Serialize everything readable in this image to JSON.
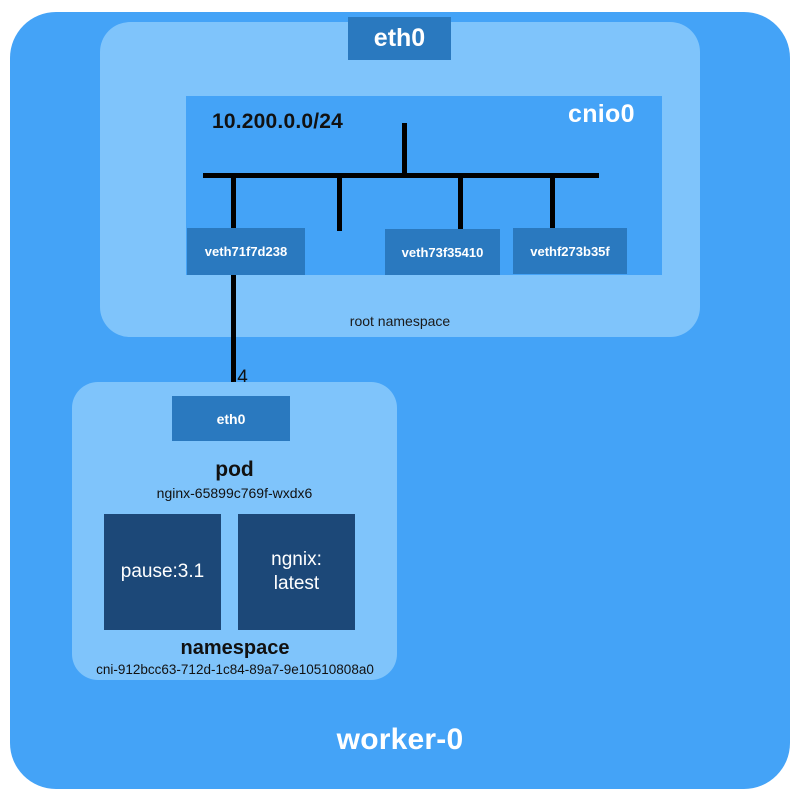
{
  "node": {
    "label": "worker-0",
    "color": "#44a3f7"
  },
  "root_namespace": {
    "label": "root namespace",
    "color": "#7fc4fb"
  },
  "host_interface": {
    "label": "eth0",
    "color": "#2a79bf"
  },
  "bridge": {
    "name": "cnio0",
    "cidr": "10.200.0.0/24",
    "color": "#44a3f7",
    "veth_interfaces": [
      {
        "label": "veth71f7d238"
      },
      {
        "label": "veth73f35410"
      },
      {
        "label": "vethf273b35f"
      }
    ]
  },
  "link": {
    "ip_octet": ".4",
    "wire_color": "#000000"
  },
  "pod": {
    "title": "pod",
    "name": "nginx-65899c769f-wxdx6",
    "interface_label": "eth0",
    "namespace_title": "namespace",
    "namespace_id": "cni-912bcc63-712d-1c84-89a7-9e10510808a0",
    "panel_color": "#7fc4fb",
    "containers": [
      {
        "label": "pause:3.1",
        "color": "#1c4878"
      },
      {
        "label": "ngnix:\nlatest",
        "color": "#1c4878"
      }
    ]
  }
}
